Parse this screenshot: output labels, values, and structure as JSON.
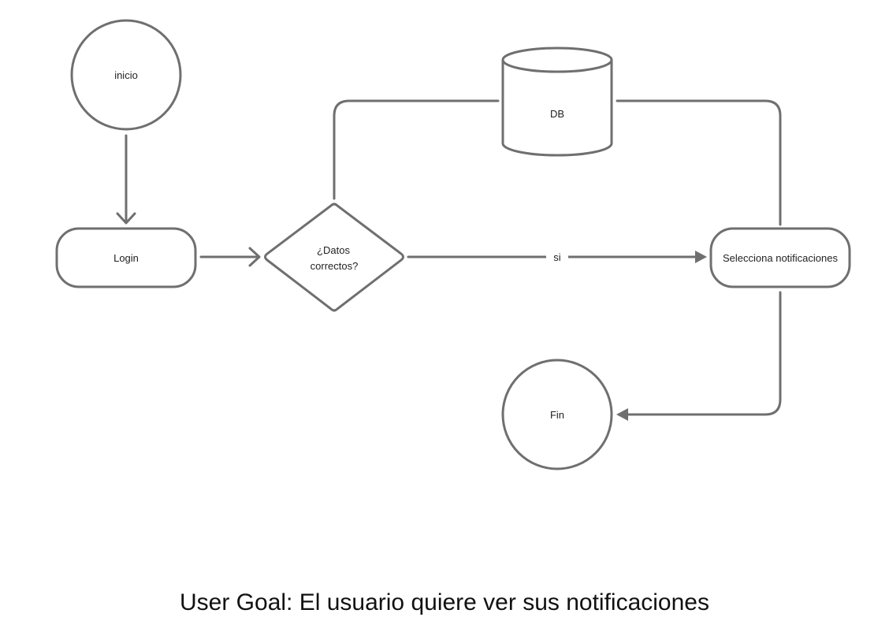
{
  "diagram": {
    "nodes": {
      "inicio": {
        "label": "inicio",
        "shape": "circle"
      },
      "login": {
        "label": "Login",
        "shape": "rounded-rectangle"
      },
      "decision": {
        "label_line1": "¿Datos",
        "label_line2": "correctos?",
        "shape": "diamond"
      },
      "db": {
        "label": "DB",
        "shape": "cylinder"
      },
      "selecciona": {
        "label": "Selecciona notificaciones",
        "shape": "rounded-rectangle"
      },
      "fin": {
        "label": "Fin",
        "shape": "circle"
      }
    },
    "edges": [
      {
        "from": "inicio",
        "to": "login",
        "label": ""
      },
      {
        "from": "login",
        "to": "decision",
        "label": ""
      },
      {
        "from": "decision",
        "to": "selecciona",
        "label": "si"
      },
      {
        "from": "decision",
        "to": "db",
        "label": ""
      },
      {
        "from": "db",
        "to": "selecciona",
        "label": ""
      },
      {
        "from": "selecciona",
        "to": "fin",
        "label": ""
      }
    ],
    "edge_labels": {
      "decision_to_selecciona": "si"
    }
  },
  "caption": "User Goal: El usuario quiere ver sus notificaciones",
  "colors": {
    "stroke": "#6f6f6f",
    "text": "#222222",
    "background": "#ffffff"
  }
}
